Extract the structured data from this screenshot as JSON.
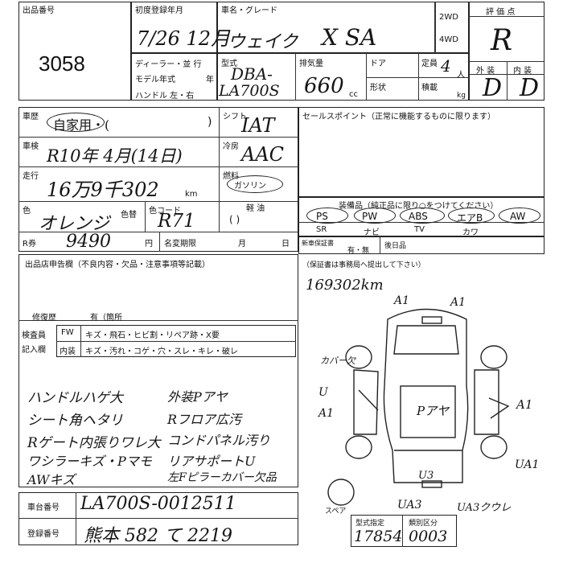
{
  "header": {
    "lot_label": "出品番号",
    "lot_number": "3058",
    "first_reg_label": "初度登録年月",
    "first_reg_value": "7/26 12月",
    "name_label": "車名・グレード",
    "car_name": "ウェイク",
    "grade": "X SA",
    "drive_2wd": "2WD",
    "drive_4wd": "4WD",
    "grade_score_label": "評 価 点",
    "grade_score": "R",
    "exterior_label": "外 装",
    "interior_label": "内 装",
    "exterior_score": "D",
    "interior_score": "D"
  },
  "spec": {
    "dealer_label": "ディーラー・並 行",
    "model_year_label": "モデル年式",
    "year_label": "年",
    "handle_label": "ハンドル 左・右",
    "type_label": "型式",
    "type_value_top": "DBA-",
    "type_value_bottom": "LA700S",
    "displacement_label": "排気量",
    "displacement_value": "660",
    "cc_unit": "cc",
    "door_label": "ドア",
    "capacity_label": "定員",
    "capacity_value": "4",
    "person_unit": "人",
    "shape_label": "形状",
    "load_label": "積載",
    "kg_unit": "kg"
  },
  "history": {
    "history_label": "車歴",
    "history_value": "自家用・(",
    "paren_close": ")",
    "shift_label": "シフト",
    "shift_value": "IAT",
    "inspection_label": "車検",
    "inspection_value": "R10年 4月(14日)",
    "aircon_label": "冷房",
    "aircon_value": "AAC",
    "mileage_label": "走行",
    "mileage_value": "16万9千302",
    "km_unit": "km",
    "fuel_label": "燃料",
    "fuel_gas": "ガソリン",
    "fuel_light": "軽 油",
    "fuel_paren": "(          )",
    "color_label": "色",
    "color_value": "オレンジ",
    "replace_color_label": "色替",
    "color_code_label": "色コード",
    "color_code_value": "R71",
    "recycle_label": "R券",
    "recycle_value": "9490",
    "yen_unit": "円",
    "transfer_label": "名変期限",
    "month_label": "月",
    "day_label": "日"
  },
  "sales": {
    "sales_point_label": "セールスポイント（正常に機能するものに限ります）",
    "equipment_label": "装備品（純正品に限り○をつけてください）",
    "equip_row1": [
      "PS",
      "PW",
      "ABS",
      "エアB",
      "AW"
    ],
    "equip_row2": [
      "SR",
      "ナビ",
      "TV",
      "カワ",
      ""
    ],
    "warranty_label": "新車保証書",
    "warranty_value": "有・無",
    "next_date_label": "後日品"
  },
  "report": {
    "title": "出品店申告欄（不良内容・欠品・注意事項等記載）",
    "repair_label": "修復歴",
    "repair_value": "有（箇所",
    "inspector_label": "検査員",
    "entry_label": "記入欄",
    "fw_label": "FW",
    "fw_items": "キズ・飛石・ヒビ割・リペア跡・X要",
    "interior_label": "内装",
    "interior_items": "キズ・汚れ・コゲ・穴・スレ・キレ・破レ",
    "notes": [
      "ハンドルハゲ大",
      "シート角ヘタリ",
      "Rゲート内張りワレ大",
      "ワシラーキズ・Pマモ",
      "AWキズ"
    ],
    "notes_right": [
      "外装Pアヤ",
      "Rフロア広汚",
      "コンドパネル汚り",
      "リアサポートU",
      "左Fピラーカバー欠品"
    ]
  },
  "diagram": {
    "instruction": "（保証書は事務局へ提出して下さい）",
    "mileage_note": "169302km",
    "marks": [
      "A1",
      "A1",
      "カバー欠",
      "U",
      "A1",
      "Pアヤ",
      "A1",
      "UA1",
      "U3",
      "UA3",
      "UA3クウレ"
    ],
    "spare_label": "スペア"
  },
  "footer": {
    "chassis_label": "車台番号",
    "chassis_value": "LA700S-0012511",
    "reg_label": "登録番号",
    "reg_value": "熊本 582 て 2219",
    "type_spec_label": "型式指定",
    "type_spec_value": "17854",
    "class_label": "類別区分",
    "class_value": "0003"
  }
}
